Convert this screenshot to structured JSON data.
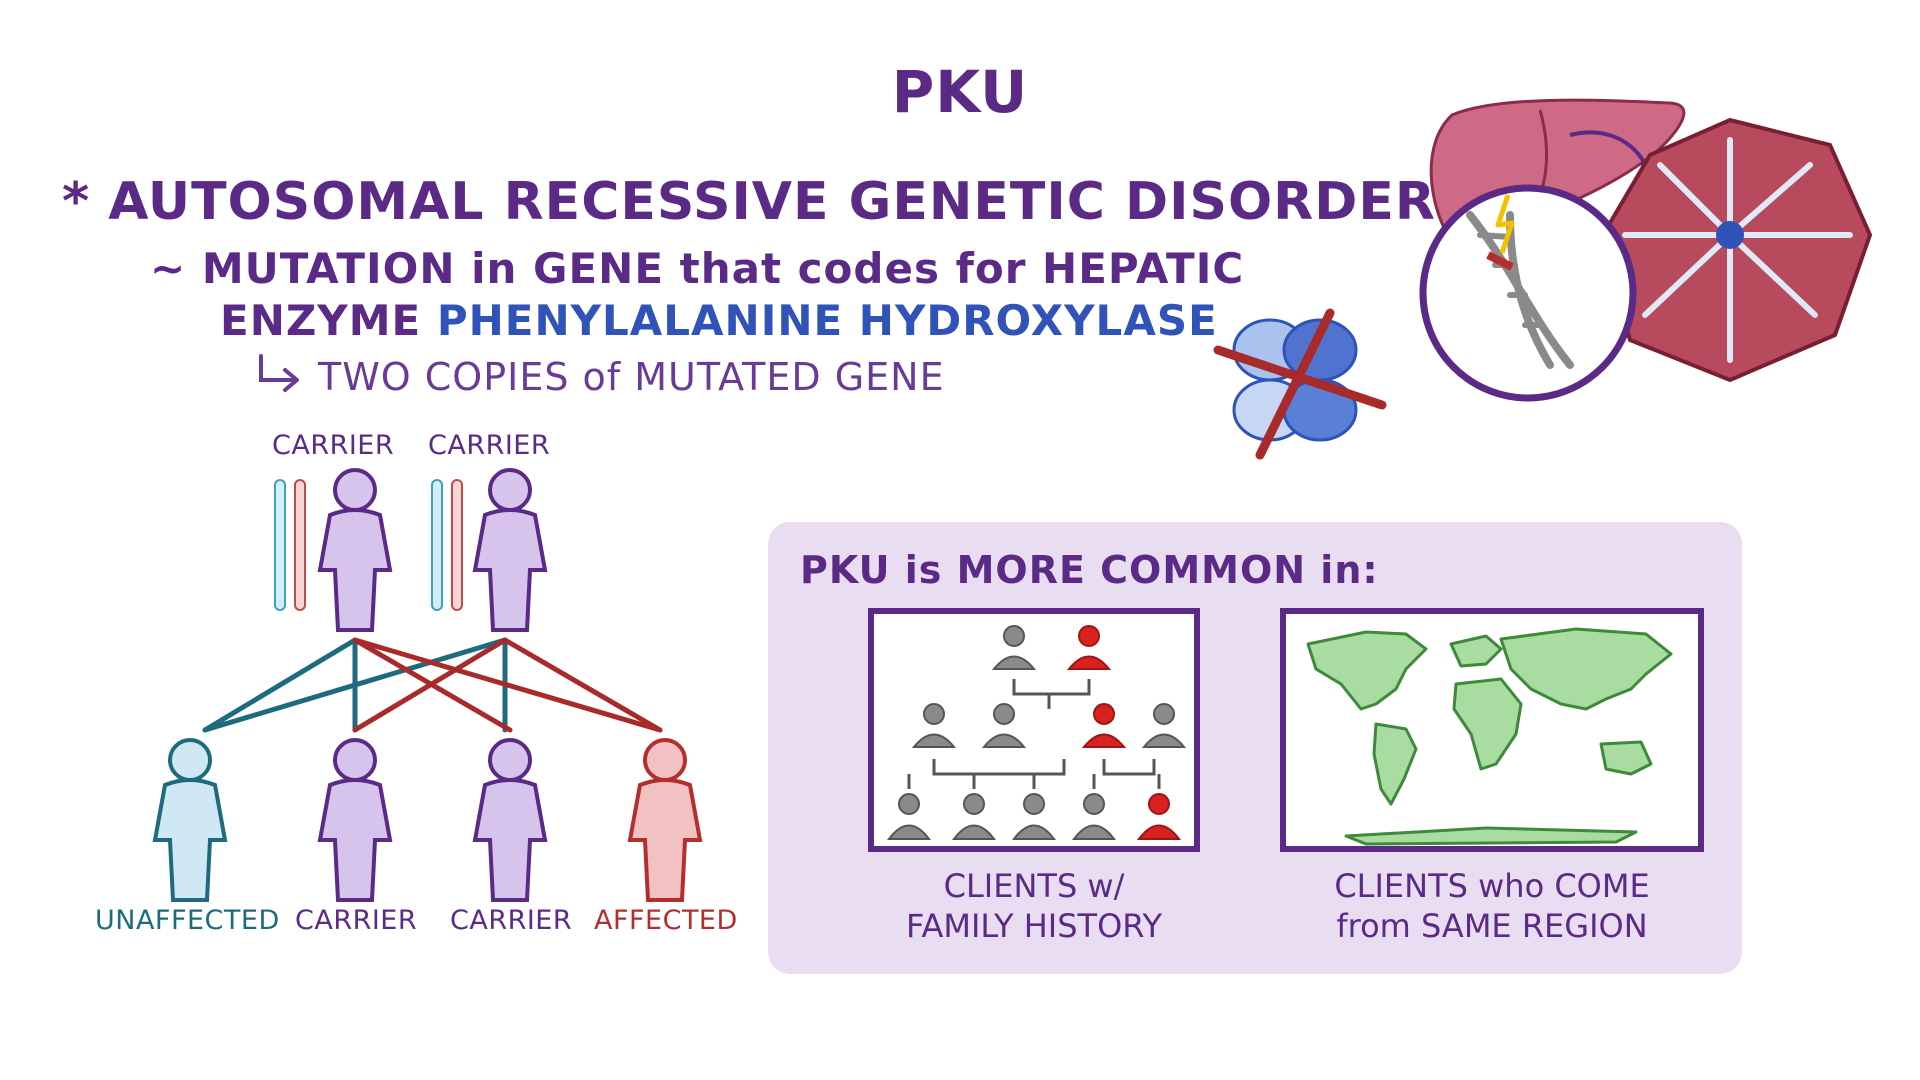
{
  "title": "PKU",
  "heading": {
    "bullet_symbol": "*",
    "main": "AUTOSOMAL RECESSIVE GENETIC DISORDER",
    "line2": "~ MUTATION in GENE that codes for HEPATIC",
    "line3_prefix": "ENZYME ",
    "line3_enzyme": "PHENYLALANINE HYDROXYLASE",
    "line4": "TWO COPIES of MUTATED GENE"
  },
  "pedigree": {
    "parents": [
      "CARRIER",
      "CARRIER"
    ],
    "children": [
      "UNAFFECTED",
      "CARRIER",
      "CARRIER",
      "AFFECTED"
    ]
  },
  "panel": {
    "heading": "PKU is MORE COMMON in:",
    "family_caption_1": "CLIENTS w/",
    "family_caption_2": "FAMILY HISTORY",
    "region_caption_1": "CLIENTS who COME",
    "region_caption_2": "from SAME REGION"
  },
  "colors": {
    "purple": "#5b2a86",
    "blue": "#2f53b8",
    "teal": "#1e6b7d",
    "red": "#b42e2e",
    "panel_bg": "#e9ddf2"
  }
}
